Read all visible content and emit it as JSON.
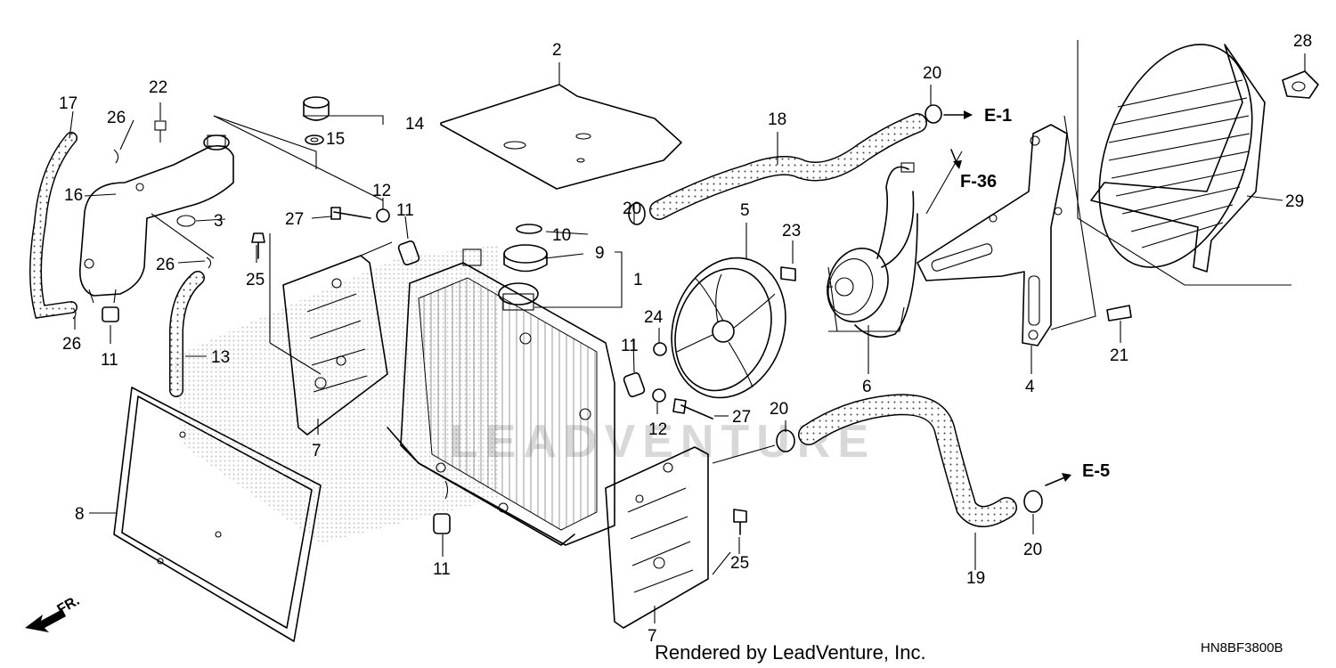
{
  "callouts": {
    "c1": "1",
    "c2": "2",
    "c3": "3",
    "c4": "4",
    "c5": "5",
    "c6": "6",
    "c7a": "7",
    "c7b": "7",
    "c8": "8",
    "c9": "9",
    "c10": "10",
    "c11a": "11",
    "c11b": "11",
    "c11c": "11",
    "c11d": "11",
    "c12a": "12",
    "c12b": "12",
    "c13": "13",
    "c14": "14",
    "c15": "15",
    "c16": "16",
    "c17": "17",
    "c18": "18",
    "c19": "19",
    "c20a": "20",
    "c20b": "20",
    "c20c": "20",
    "c20d": "20",
    "c21": "21",
    "c22": "22",
    "c23": "23",
    "c24": "24",
    "c25a": "25",
    "c25b": "25",
    "c26a": "26",
    "c26b": "26",
    "c26c": "26",
    "c27a": "27",
    "c27b": "27",
    "c28": "28",
    "c29": "29"
  },
  "references": {
    "e1": "E-1",
    "f36": "F-36",
    "e5": "E-5"
  },
  "front_marker": "FR.",
  "watermark": "LEADVENTURE",
  "footer": "Rendered by LeadVenture, Inc.",
  "diagram_code": "HN8BF3800B"
}
